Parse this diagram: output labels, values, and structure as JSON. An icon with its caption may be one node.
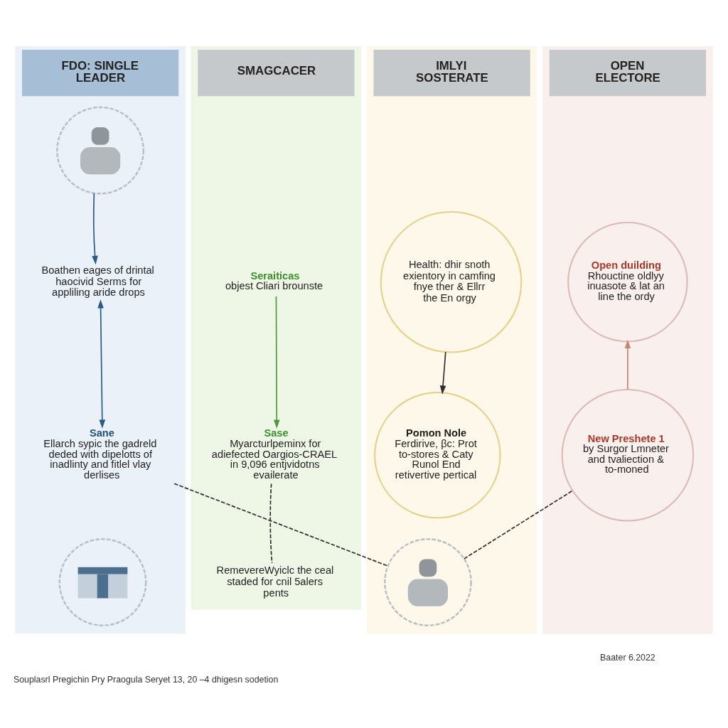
{
  "diagram": {
    "caption": "Souplasrl Pregichin Pry Praogula Seryet 13, 20 –4 dhigesn sodetion",
    "nodes": [
      {
        "text": [
          "FDO: SINGLE LEADER"
        ]
      },
      {
        "text": [],
        "shape": "person",
        "in": 0
      },
      {
        "text": [
          "Boathen eages of drintal haocivid Serms for appliling aride drops"
        ],
        "in": 0
      },
      {
        "text": [
          "Sane",
          "Ellarch sypic the gadreld deded with dipelotts of inadlinty and fitlel vlay derlises"
        ],
        "in": 0
      },
      {
        "text": [],
        "shape": "picture",
        "in": 0
      },
      {
        "text": [
          "SMAGCACER"
        ]
      },
      {
        "text": [
          "Seraiticas",
          "objest Cliari brounste"
        ],
        "in": 5
      },
      {
        "text": [
          "Sase",
          "Myarcturlpeminx for adiefected Oargios-CRAEL in 9,096 entjvidotns evailerate"
        ],
        "in": 5
      },
      {
        "text": [
          "RemevereWyiclc the ceal staded for cnil 5alers pents"
        ],
        "in": 5
      },
      {
        "text": [
          "IMLYI SOSTERATE"
        ]
      },
      {
        "text": [
          "Health: dhir snoth exientory in camfing fnye ther & Ellrr the En orgy"
        ],
        "in": 9
      },
      {
        "text": [
          "Pomon Nole",
          "Ferdirive, βc: Prot to-stores & Caty Runol End retivertive pertical"
        ],
        "in": 9
      },
      {
        "text": [],
        "shape": "person",
        "in": 9
      },
      {
        "text": [
          "OPEN ELECTORE"
        ]
      },
      {
        "text": [
          "Open duilding",
          "Rhouctine oldlyy inuasote & lat an line the ordy"
        ],
        "in": 13
      },
      {
        "text": [
          "New Preshete 1",
          "by Surgor Lmneter and tvaliection & to-moned"
        ],
        "in": 13
      }
    ],
    "edges": [
      {
        "from": 1,
        "to": 2,
        "arrow": "to",
        "color": "#2b5b84"
      },
      {
        "from": 2,
        "to": 3,
        "arrow": "both",
        "color": "#2b5b84"
      },
      {
        "from": 6,
        "to": 7,
        "arrow": "to",
        "color": "#4f9a3a"
      },
      {
        "from": 10,
        "to": 11,
        "arrow": "to"
      },
      {
        "from": 15,
        "to": 14,
        "arrow": "to",
        "color": "#c98474"
      },
      {
        "from": 3,
        "to": 12,
        "arrow": "none",
        "style": "dashed"
      },
      {
        "from": 12,
        "to": 15,
        "arrow": "none",
        "style": "dashed"
      },
      {
        "from": 7,
        "to": 8,
        "arrow": "none",
        "style": "dashed"
      }
    ],
    "labels": [
      "Baater 6.2022"
    ]
  }
}
